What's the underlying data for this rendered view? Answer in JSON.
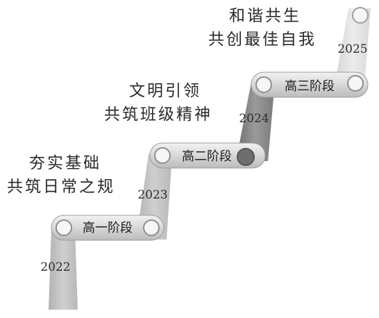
{
  "colors": {
    "bar_dark": "#8b8b8b",
    "bar_mid": "#bdbdbd",
    "bar_light": "#dcdcdc",
    "bar_lightest": "#e9e9e9",
    "text": "#2a2a2a"
  },
  "stages": [
    {
      "label": "高一阶段",
      "year": "2022",
      "goal_line1": "夯实基础",
      "goal_line2": "共筑日常之规",
      "year_end": "2023"
    },
    {
      "label": "高二阶段",
      "year": "2023",
      "goal_line1": "文明引领",
      "goal_line2": "共筑班级精神",
      "year_end": "2024"
    },
    {
      "label": "高三阶段",
      "year": "2024",
      "goal_line1": "和谐共生",
      "goal_line2": "共创最佳自我",
      "year_end": "2025"
    }
  ]
}
